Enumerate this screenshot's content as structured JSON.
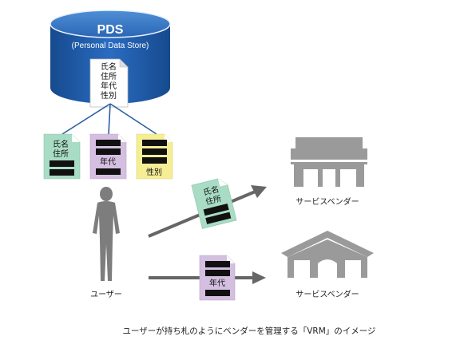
{
  "pds": {
    "title": "PDS",
    "subtitle": "(Personal Data Store)",
    "fields": [
      "氏名",
      "住所",
      "年代",
      "性別"
    ]
  },
  "documents": {
    "green": {
      "lines": [
        "氏名",
        "住所"
      ],
      "color": "#a8dcc4"
    },
    "purple": {
      "lines": [
        "年代"
      ],
      "color": "#d4bfe0"
    },
    "yellow": {
      "lines": [
        "性別"
      ],
      "color": "#f5ee95"
    }
  },
  "flows": {
    "upper_doc_lines": [
      "氏名",
      "住所"
    ],
    "lower_doc_lines": [
      "年代"
    ]
  },
  "labels": {
    "user": "ユーザー",
    "vendor_shop": "サービスベンダー",
    "vendor_house": "サービスベンダー"
  },
  "caption": "ユーザーが持ち札のようにベンダーを管理する「VRM」のイメージ",
  "colors": {
    "db_blue": "#1e5aa8",
    "line_blue": "#2a5fa3",
    "building_gray": "#9a9a9a",
    "person_gray": "#7d7d7d",
    "arrow_gray": "#666666",
    "black_bar": "#111111"
  }
}
